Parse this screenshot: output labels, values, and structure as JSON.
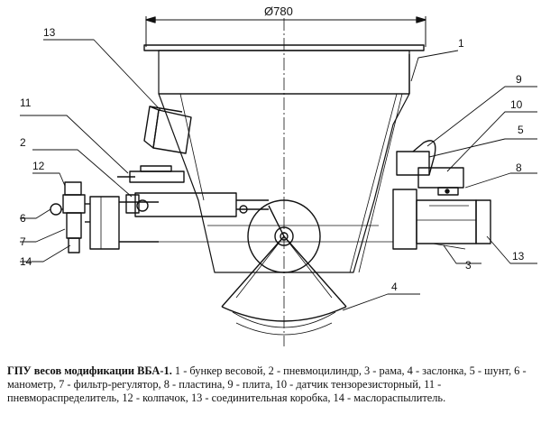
{
  "diagram": {
    "dimension": "Ø780",
    "callouts": [
      {
        "id": "c1",
        "label": "1"
      },
      {
        "id": "c2",
        "label": "2"
      },
      {
        "id": "c3",
        "label": "3"
      },
      {
        "id": "c4",
        "label": "4"
      },
      {
        "id": "c5",
        "label": "5"
      },
      {
        "id": "c6",
        "label": "6"
      },
      {
        "id": "c7",
        "label": "7"
      },
      {
        "id": "c8",
        "label": "8"
      },
      {
        "id": "c9",
        "label": "9"
      },
      {
        "id": "c10",
        "label": "10"
      },
      {
        "id": "c11",
        "label": "11"
      },
      {
        "id": "c12",
        "label": "12"
      },
      {
        "id": "c13a",
        "label": "13"
      },
      {
        "id": "c13b",
        "label": "13"
      },
      {
        "id": "c14",
        "label": "14"
      }
    ]
  },
  "caption": {
    "title": "ГПУ весов модификации ВБА-1.",
    "legend": "1 - бункер весовой, 2 - пневмоцилиндр, 3 - рама, 4 - заслонка, 5 - шунт, 6 - манометр, 7 - фильтр-регулятор, 8 - пластина, 9 - плита, 10 - датчик тензорезисторный, 11 - пневмораспределитель, 12 - колпачок, 13 - соединительная коробка, 14 - маслораспылитель."
  }
}
